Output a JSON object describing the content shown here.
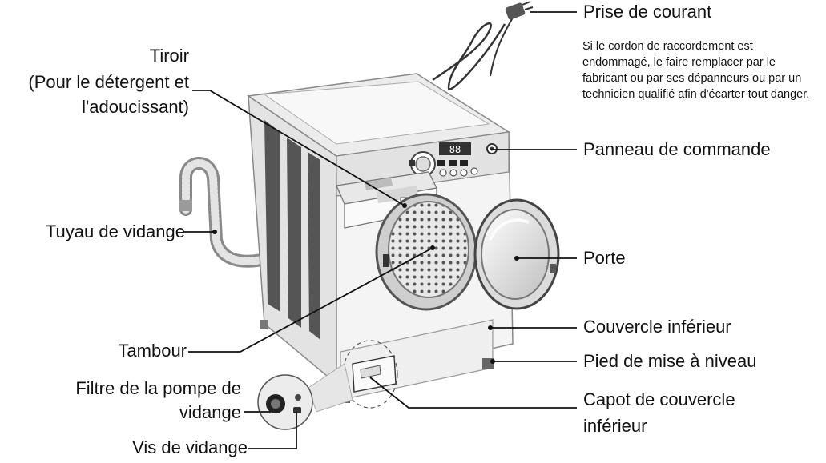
{
  "labels": {
    "power_plug": "Prise de courant",
    "power_plug_note": "Si le cordon de raccordement  est endommagé, le faire remplacer par le fabricant  ou par  ses dépanneurs ou par un technicien qualifié afin d'écarter tout danger.",
    "drawer_line1": "Tiroir",
    "drawer_line2": "(Pour le détergent et",
    "drawer_line3": "l'adoucissant)",
    "control_panel": "Panneau de commande",
    "drain_hose": "Tuyau de vidange",
    "door": "Porte",
    "lower_cover": "Couvercle inférieur",
    "drum": "Tambour",
    "leveling_foot": "Pied de mise à niveau",
    "pump_filter_line1": "Filtre de la pompe de",
    "pump_filter_line2": "vidange",
    "lower_cover_cap_line1": "Capot de couvercle",
    "lower_cover_cap_line2": "inférieur",
    "drain_screw": "Vis de vidange"
  },
  "panel_display": "88",
  "colors": {
    "line": "#111111",
    "body_shade": "#d9d9d9",
    "body_light": "#f2f2f2",
    "dark": "#3a3a3a"
  }
}
